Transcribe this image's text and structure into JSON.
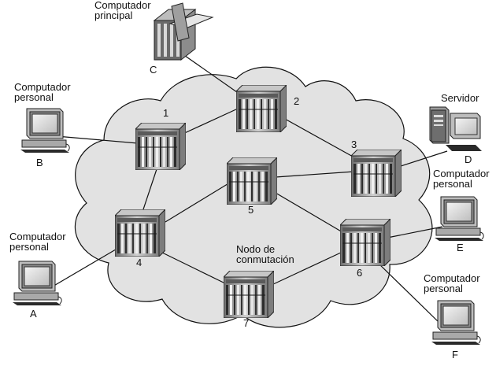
{
  "nodes": [
    {
      "id": "1",
      "label": "1"
    },
    {
      "id": "2",
      "label": "2"
    },
    {
      "id": "3",
      "label": "3"
    },
    {
      "id": "4",
      "label": "4"
    },
    {
      "id": "5",
      "label": "5"
    },
    {
      "id": "6",
      "label": "6"
    },
    {
      "id": "7",
      "label": "7"
    }
  ],
  "hosts": [
    {
      "id": "A",
      "letter": "A",
      "caption_line1": "Computador",
      "caption_line2": "personal"
    },
    {
      "id": "B",
      "letter": "B",
      "caption_line1": "Computador",
      "caption_line2": "personal"
    },
    {
      "id": "C",
      "letter": "C",
      "caption_line1": "Computador",
      "caption_line2": "principal"
    },
    {
      "id": "D",
      "letter": "D",
      "caption_line1": "Servidor",
      "caption_line2": ""
    },
    {
      "id": "E",
      "letter": "E",
      "caption_line1": "Computador",
      "caption_line2": "personal"
    },
    {
      "id": "F",
      "letter": "F",
      "caption_line1": "Computador",
      "caption_line2": "personal"
    }
  ],
  "switch_caption": {
    "line1": "Nodo de",
    "line2": "conmutación"
  },
  "links": [
    [
      "1",
      "2"
    ],
    [
      "1",
      "4"
    ],
    [
      "2",
      "3"
    ],
    [
      "5",
      "3"
    ],
    [
      "4",
      "5"
    ],
    [
      "4",
      "7"
    ],
    [
      "7",
      "6"
    ],
    [
      "5",
      "6"
    ],
    [
      "B",
      "1"
    ],
    [
      "A",
      "4"
    ],
    [
      "C",
      "2"
    ],
    [
      "D",
      "3"
    ],
    [
      "E",
      "6"
    ],
    [
      "F",
      "6"
    ]
  ],
  "colors": {
    "cloud": "#e2e2e2",
    "cloud_stroke": "#111111",
    "line": "#111111",
    "switch_body": "#9a9a9a"
  }
}
